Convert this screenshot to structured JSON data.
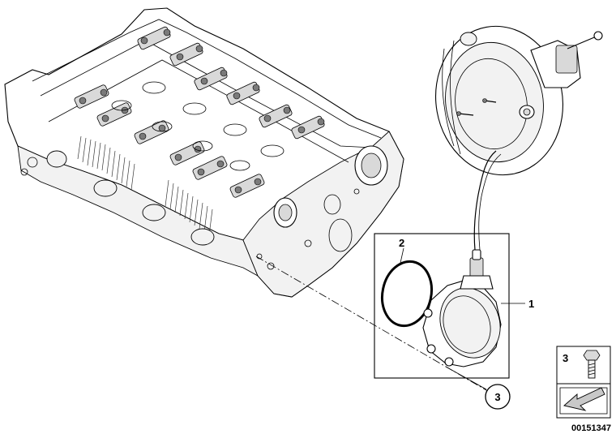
{
  "callouts": {
    "vacuum_pump": "1",
    "o_ring": "2",
    "bolt_circle": "3",
    "bolt_legend": "3"
  },
  "document_number": "00151347",
  "icons": {
    "legend_bolt": "hex-bolt-icon",
    "legend_arrow": "direction-arrow-icon"
  }
}
